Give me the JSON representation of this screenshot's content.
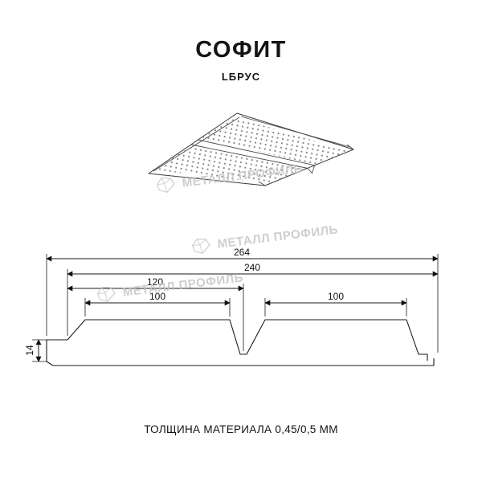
{
  "page": {
    "title": "СОФИТ",
    "subtitle": "LБРУС",
    "footer_note": "ТОЛЩИНА МАТЕРИАЛА 0,45/0,5 ММ"
  },
  "brand": {
    "watermark_text": "МЕТАЛЛ ПРОФИЛЬ"
  },
  "dimensions": {
    "overall_width": "264",
    "working_width": "240",
    "half_width": "120",
    "left_plank": "100",
    "right_plank": "100",
    "height": "14"
  }
}
